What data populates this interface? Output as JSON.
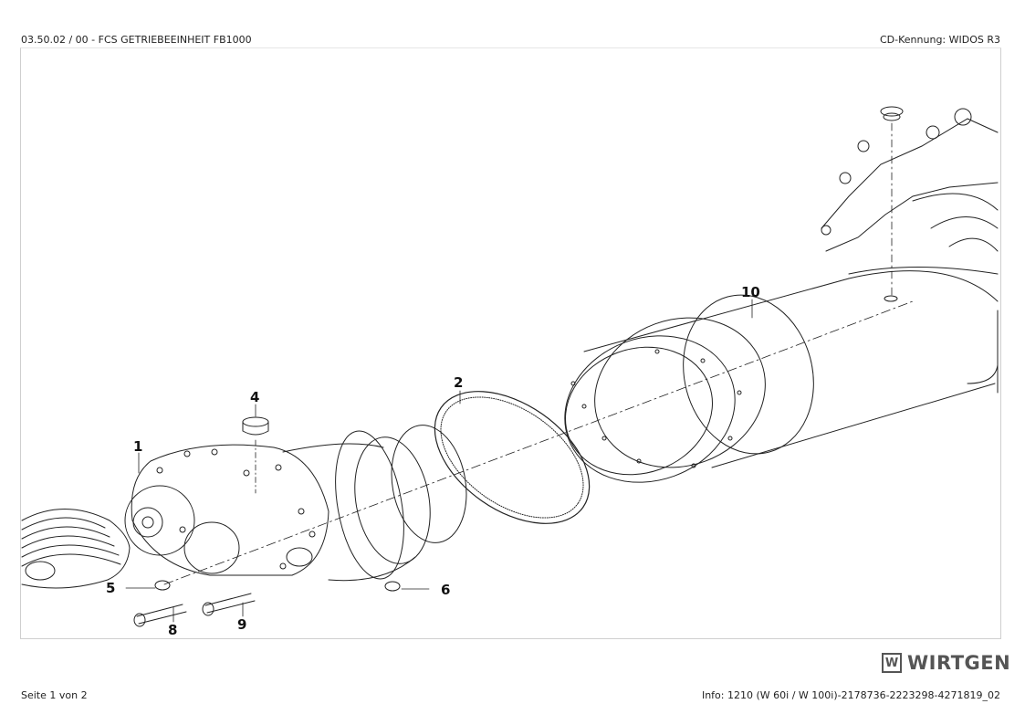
{
  "header": {
    "title": "03.50.02 / 00 - FCS GETRIEBEEINHEIT FB1000",
    "cd_code": "CD-Kennung: WIDOS R3"
  },
  "footer": {
    "page": "Seite 1 von 2",
    "info": "Info: 1210 (W 60i / W 100i)-2178736-2223298-4271819_02"
  },
  "brand": {
    "name": "WIRTGEN",
    "mark": "W",
    "color": "#555555"
  },
  "callouts": {
    "c1": "1",
    "c2": "2",
    "c4": "4",
    "c5": "5",
    "c6": "6",
    "c8": "8",
    "c9": "9",
    "c10": "10"
  }
}
